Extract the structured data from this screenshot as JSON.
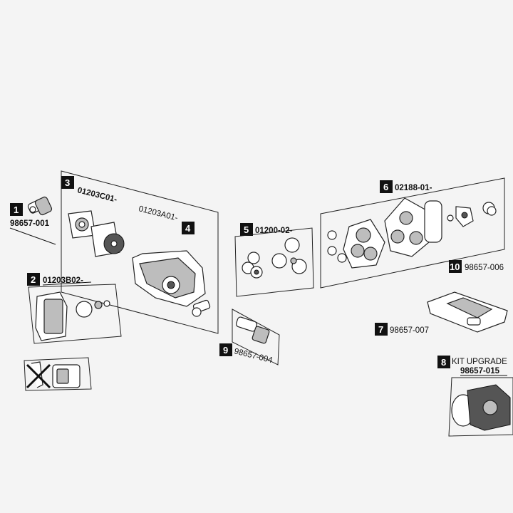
{
  "labels": {
    "n1": "1",
    "c1": "98657-001",
    "n2": "2",
    "c2": "01203B02-",
    "n3": "3",
    "c3": "01203C01-",
    "n4": "4",
    "c4": "01203A01-",
    "n5": "5",
    "c5": "01200-02-",
    "n6": "6",
    "c6": "02188-01-",
    "n7": "7",
    "c7": "98657-007",
    "n8": "8",
    "c8a": "KIT UPGRADE",
    "c8b": "98657-015",
    "n9": "9",
    "c9": "98657-004",
    "n10": "10",
    "c10": "98657-006"
  }
}
